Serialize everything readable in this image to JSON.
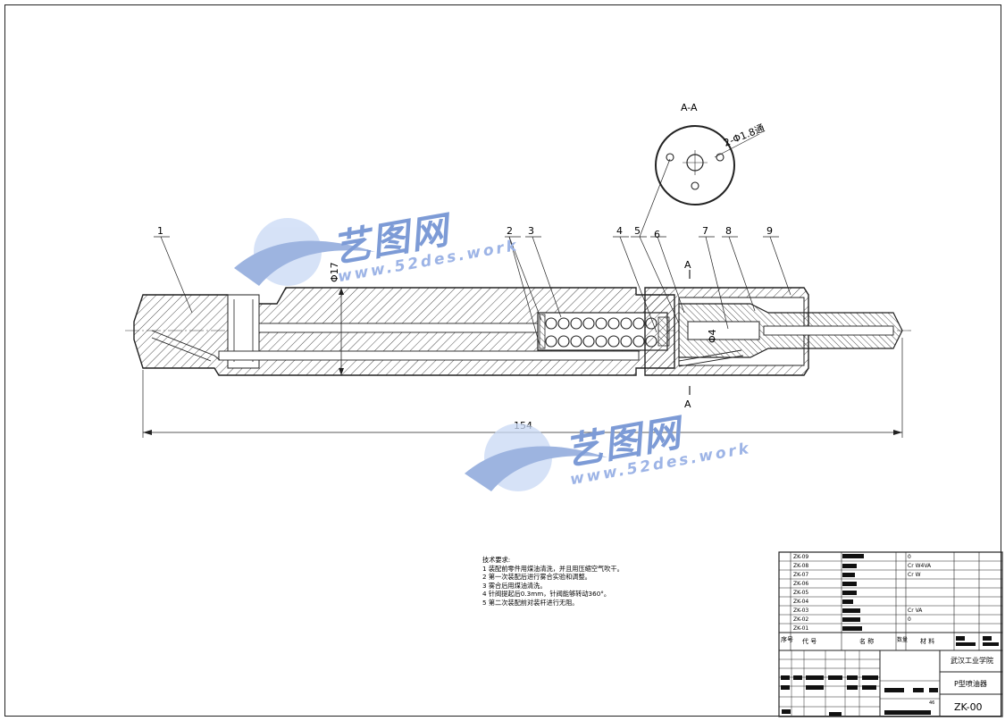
{
  "drawing": {
    "section_title": "A-A",
    "hole_note": "2-Φ1.8通",
    "diameter_label": "Φ17",
    "length_dim": "154",
    "section_marks": [
      "A",
      "A"
    ],
    "inner_dim": "Φ4",
    "part_numbers": [
      "1",
      "2",
      "3",
      "4",
      "5",
      "6",
      "7",
      "8",
      "9"
    ]
  },
  "watermark": {
    "text": "艺图网",
    "site": "www.52des.work"
  },
  "tech_notes": {
    "heading": "技术要求:",
    "items": [
      "1 装配前零件用煤油清洗，并且用压缩空气吹干。",
      "2 第一次装配后进行雾合实验和调整。",
      "3 雾合后用煤油清洗。",
      "4 针阀提起后0.3mm，针阀能够转动360°。",
      "5 第二次装配前对装杆进行无阻。"
    ]
  },
  "bom": {
    "rows": [
      {
        "code": "ZK-09",
        "material": "0"
      },
      {
        "code": "ZK-08",
        "material": "Cr W4VA"
      },
      {
        "code": "ZK-07",
        "material": "Cr W"
      },
      {
        "code": "ZK-06",
        "material": ""
      },
      {
        "code": "ZK-05",
        "material": ""
      },
      {
        "code": "ZK-04",
        "material": ""
      },
      {
        "code": "ZK-03",
        "material": "Cr VA"
      },
      {
        "code": "ZK-02",
        "material": "0"
      },
      {
        "code": "ZK-01",
        "material": ""
      }
    ],
    "header": {
      "seq": "序号",
      "code": "代 号",
      "name": "名 称",
      "qty": "数量",
      "material": "材 料"
    }
  },
  "title_block": {
    "school": "武汉工业学院",
    "product": "P型喷油器",
    "drawing_no": "ZK-00",
    "scale_hint": "46"
  }
}
